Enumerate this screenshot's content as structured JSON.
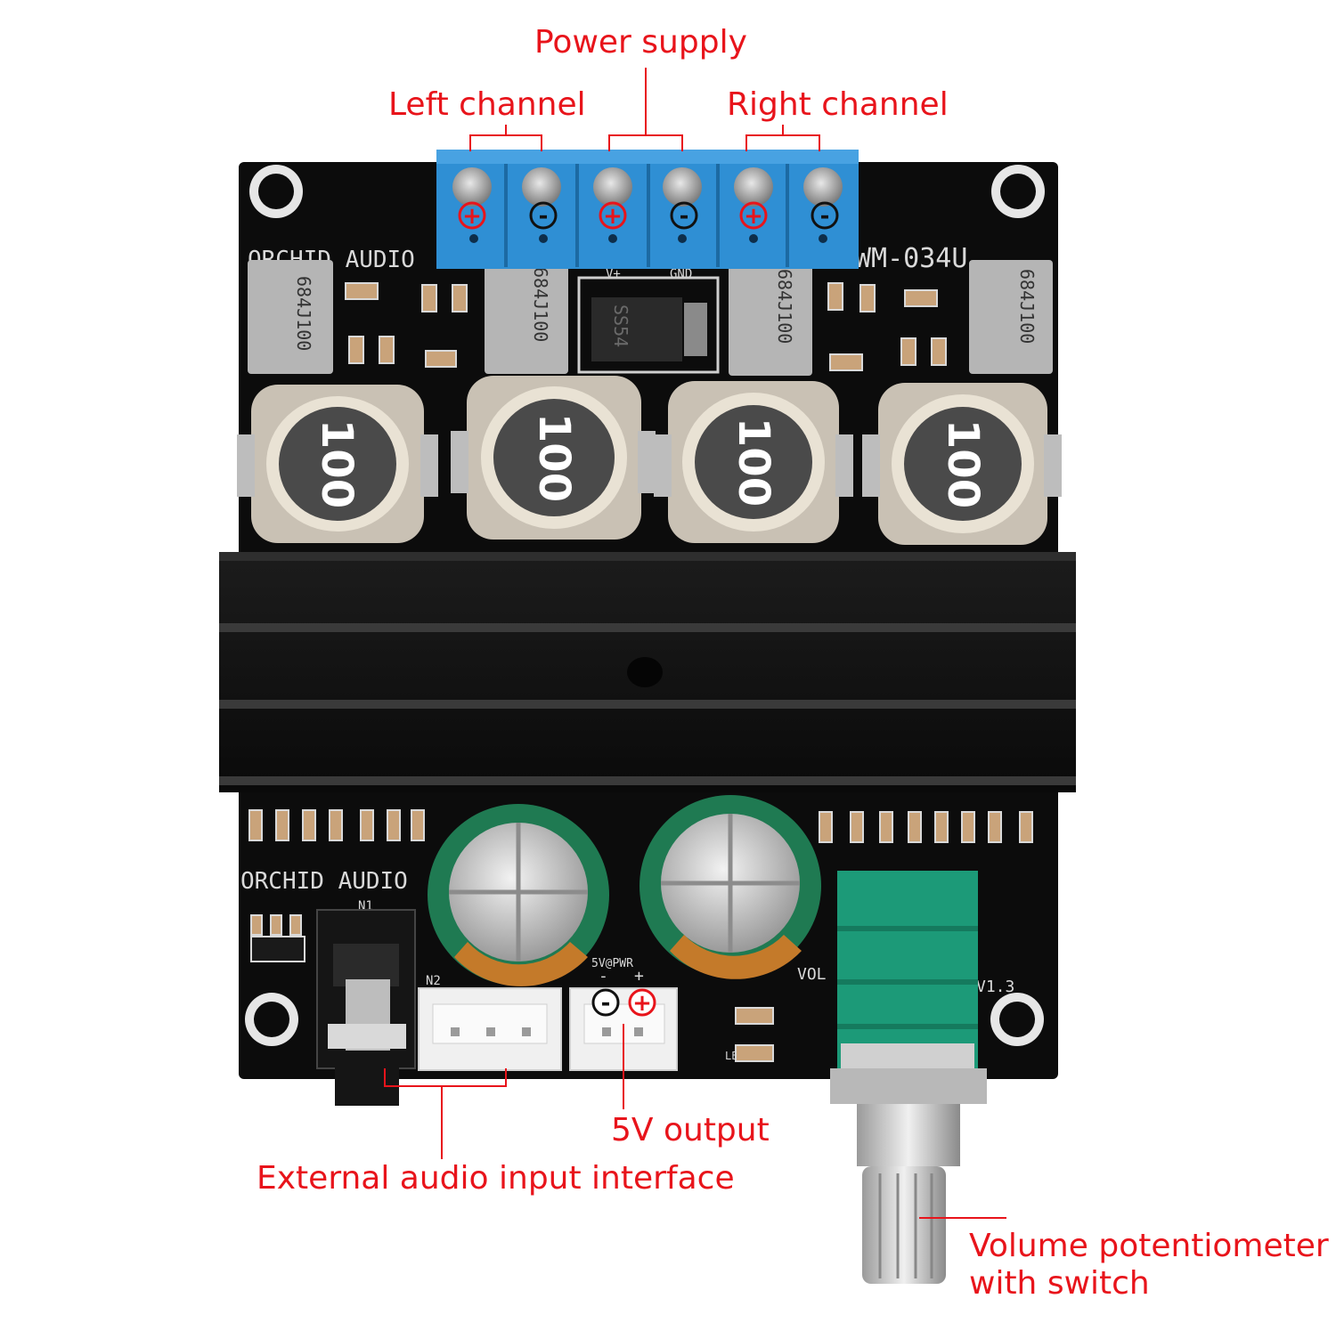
{
  "labels": {
    "power_supply": "Power supply",
    "left_channel": "Left channel",
    "right_channel": "Right channel",
    "external_audio": "External audio input interface",
    "five_v_output": "5V output",
    "volume_pot_line1": "Volume potentiometer",
    "volume_pot_line2": "with switch"
  },
  "board": {
    "brand_top": "ORCHID AUDIO",
    "brand_bottom": "ORCHID AUDIO",
    "model": "WM-034U",
    "v_plus": "V+",
    "gnd": "GND",
    "diode": "SS54",
    "capacitor_code": "684J100",
    "inductor_code": "100",
    "n1": "N1",
    "n2": "N2",
    "five_v_pwr": "5V@PWR",
    "vol": "VOL",
    "version": "V1.3",
    "led": "LED",
    "terminal_polarity": [
      "+",
      "-",
      "+",
      "-",
      "+",
      "-"
    ],
    "output_polarity": [
      "-",
      "+"
    ]
  },
  "colors": {
    "annotation": "#e8141b",
    "pcb": "#0c0c0c",
    "terminal": "#2f8fd4",
    "potentiometer": "#1c9a78"
  }
}
